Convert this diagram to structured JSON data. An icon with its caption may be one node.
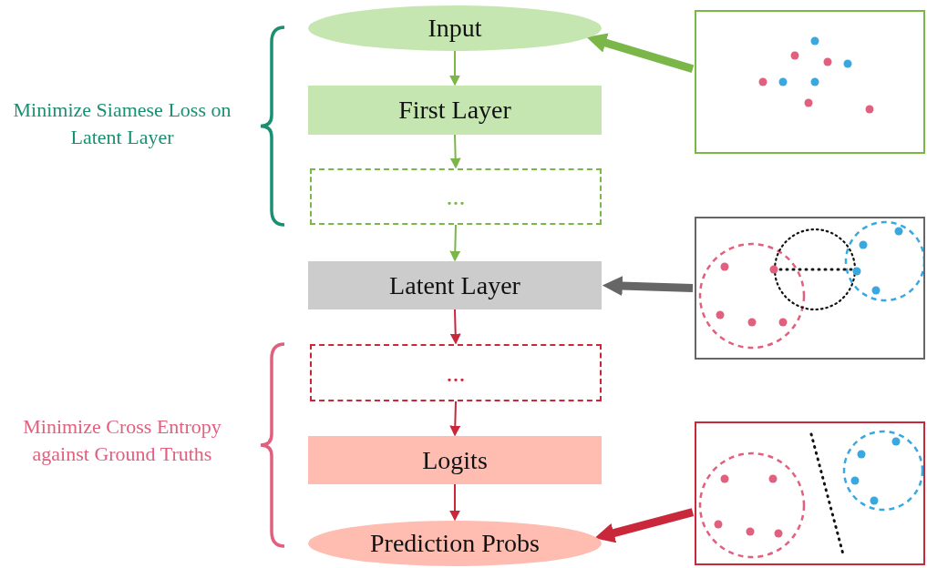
{
  "diagram": {
    "nodes": [
      {
        "text": [
          "Input"
        ]
      },
      {
        "text": [
          "First Layer"
        ]
      },
      {
        "text": [
          "..."
        ]
      },
      {
        "text": [
          "Latent Layer"
        ]
      },
      {
        "text": [
          "..."
        ]
      },
      {
        "text": [
          "Logits"
        ]
      },
      {
        "text": [
          "Prediction Probs"
        ]
      },
      {
        "text": [],
        "shape": "picture"
      },
      {
        "text": [],
        "shape": "picture"
      },
      {
        "text": [],
        "shape": "picture"
      }
    ],
    "edges": [
      {
        "from": 0,
        "to": 1,
        "arrow": "to",
        "color": "#7ab648"
      },
      {
        "from": 1,
        "to": 2,
        "arrow": "to",
        "color": "#7ab648"
      },
      {
        "from": 2,
        "to": 3,
        "arrow": "to",
        "color": "#7ab648"
      },
      {
        "from": 3,
        "to": 4,
        "arrow": "to",
        "color": "#c8283a"
      },
      {
        "from": 4,
        "to": 5,
        "arrow": "to",
        "color": "#c8283a"
      },
      {
        "from": 5,
        "to": 6,
        "arrow": "to",
        "color": "#c8283a"
      },
      {
        "from": 7,
        "to": 0,
        "arrow": "to",
        "style": "thick",
        "color": "#7ab648"
      },
      {
        "from": 8,
        "to": 3,
        "arrow": "to",
        "style": "thick",
        "color": "#666666"
      },
      {
        "from": 9,
        "to": 6,
        "arrow": "to",
        "style": "thick",
        "color": "#c8283a"
      }
    ],
    "labels": [
      "Minimize Siamese Loss on Latent Layer",
      "Minimize Cross Entropy against Ground Truths"
    ]
  }
}
